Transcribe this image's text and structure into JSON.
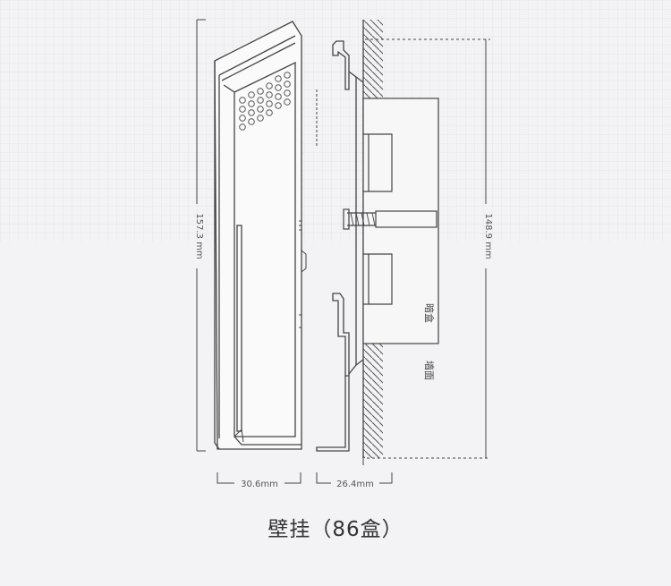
{
  "diagram": {
    "height_front": "157.3 mm",
    "height_side": "148.9 mm",
    "width_front": "30.6mm",
    "width_side": "26.4mm",
    "label_box": "暗盒",
    "label_wall": "墙面"
  },
  "caption": "壁挂（86盒）"
}
